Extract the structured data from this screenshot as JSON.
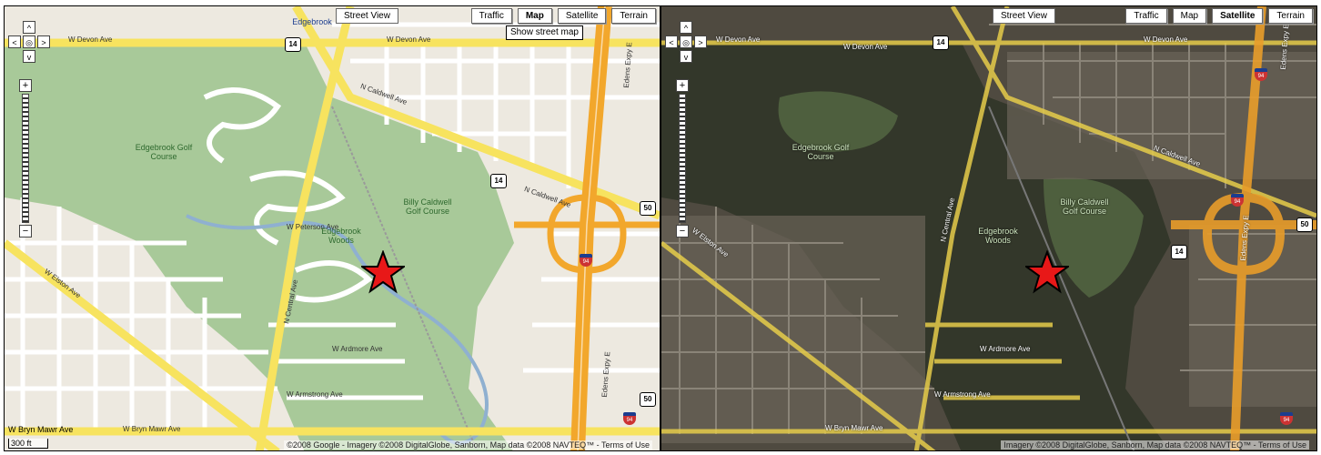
{
  "map_controls": {
    "street_view": "Street View",
    "traffic": "Traffic",
    "map": "Map",
    "satellite": "Satellite",
    "terrain": "Terrain",
    "tooltip": "Show street map",
    "pan_up": "^",
    "pan_down": "v",
    "pan_left": "<",
    "pan_right": ">",
    "zoom_in": "+",
    "zoom_out": "−"
  },
  "left_map": {
    "scale": "300 ft",
    "copyright": "©2008 Google - Imagery ©2008 DigitalGlobe, Sanborn, Map data ©2008 NAVTEQ™ - Terms of Use",
    "places": [
      {
        "key": "edgebrook_golf",
        "text": "Edgebrook Golf Course"
      },
      {
        "key": "billy_caldwell",
        "text": "Billy Caldwell Golf Course"
      },
      {
        "key": "edgebrook_woods",
        "text": "Edgebrook Woods"
      },
      {
        "key": "edgebrook_town",
        "text": "Edgebrook"
      }
    ],
    "streets": [
      {
        "key": "devon1",
        "text": "W Devon Ave"
      },
      {
        "key": "devon2",
        "text": "W Devon Ave"
      },
      {
        "key": "caldwell1",
        "text": "N Caldwell Ave"
      },
      {
        "key": "caldwell2",
        "text": "N Caldwell Ave"
      },
      {
        "key": "central",
        "text": "N Central Ave"
      },
      {
        "key": "elston",
        "text": "W Elston Ave"
      },
      {
        "key": "edens",
        "text": "Edens Expy E"
      },
      {
        "key": "bryn_mawr",
        "text": "W Bryn Mawr Ave"
      },
      {
        "key": "bryn_mawr2",
        "text": "W Bryn Mawr Ave"
      },
      {
        "key": "ardmore",
        "text": "W Ardmore Ave"
      },
      {
        "key": "armstrong",
        "text": "W Armstrong Ave"
      },
      {
        "key": "peterson",
        "text": "W Peterson Ave"
      },
      {
        "key": "edens2",
        "text": "Edens Expy E"
      }
    ],
    "shields": [
      {
        "key": "us14a",
        "text": "14"
      },
      {
        "key": "us14b",
        "text": "14"
      },
      {
        "key": "s50a",
        "text": "50"
      },
      {
        "key": "s50b",
        "text": "50"
      }
    ],
    "interstate": "94"
  },
  "right_map": {
    "copyright": "Imagery ©2008 DigitalGlobe, Sanborn, Map data ©2008 NAVTEQ™ - Terms of Use",
    "places": [
      {
        "key": "edgebrook_golf",
        "text": "Edgebrook Golf Course"
      },
      {
        "key": "billy_caldwell",
        "text": "Billy Caldwell Golf Course"
      },
      {
        "key": "edgebrook_woods",
        "text": "Edgebrook Woods"
      }
    ],
    "streets": [
      {
        "key": "devon1",
        "text": "W Devon Ave"
      },
      {
        "key": "devon2",
        "text": "W Devon Ave"
      },
      {
        "key": "devon3",
        "text": "W Devon Ave"
      },
      {
        "key": "caldwell",
        "text": "N Caldwell Ave"
      },
      {
        "key": "central",
        "text": "N Central Ave"
      },
      {
        "key": "elston",
        "text": "W Elston Ave"
      },
      {
        "key": "ardmore",
        "text": "W Ardmore Ave"
      },
      {
        "key": "armstrong",
        "text": "W Armstrong Ave"
      },
      {
        "key": "bryn_mawr",
        "text": "W Bryn Mawr Ave"
      },
      {
        "key": "edens",
        "text": "Edens Expy E"
      },
      {
        "key": "edens2",
        "text": "Edens Expy E"
      }
    ],
    "shields": [
      {
        "key": "us14a",
        "text": "14"
      },
      {
        "key": "us14b",
        "text": "14"
      },
      {
        "key": "s50",
        "text": "50"
      }
    ],
    "interstate": "94"
  },
  "colors": {
    "map_background": "#ede9e0",
    "park_green": "#a8c999",
    "water_blue": "#8fb0d0",
    "street_white": "#ffffff",
    "arterial_yellow": "#f7e35f",
    "highway_orange": "#f2a72c",
    "satellite_base": "#4f4a40",
    "satellite_forest": "#3a3a2a",
    "marker_red": "#e81818"
  }
}
